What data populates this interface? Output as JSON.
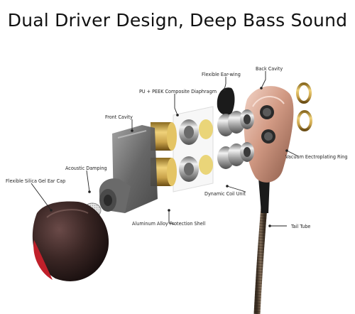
{
  "title": "Dual Driver Design, Deep Bass Sound",
  "labels": {
    "back_cavity": "Back Cavity",
    "flexible_ear_wing": "Flexible Ear-wing",
    "diaphragm": "PU + PEEK Composite Diaphragm",
    "front_cavity": "Front Cavity",
    "acoustic_damping": "Acoustic Damping",
    "ear_cap": "Flexible Silica Gel Ear Cap",
    "vacuum_ring": "Vacuum Eectroplating Ring",
    "dynamic_coil": "Dynamic Coil Unit",
    "protection_shell": "Aluminum Alloy Protection Shell",
    "tail_tube": "Tail Tube"
  },
  "colors": {
    "ear_cap": "#2a1c1c",
    "ear_cap_accent": "#c0202a",
    "front_cavity": "#6c6c6c",
    "gold": "#c9a24a",
    "rose_gold": "#d9a896",
    "chrome": "#b8b8b8",
    "cable": "#5a4a3a"
  }
}
